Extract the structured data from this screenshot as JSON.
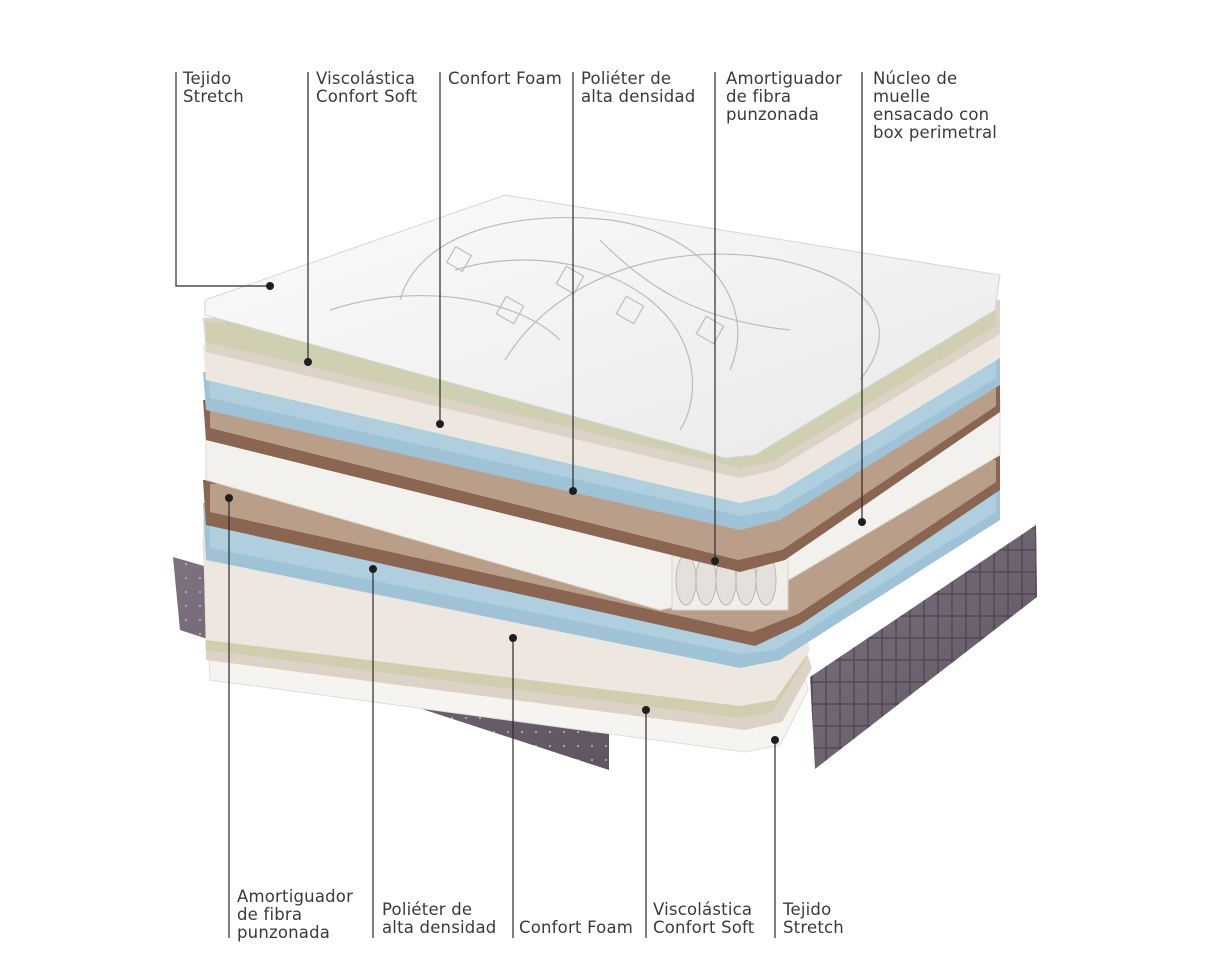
{
  "top_labels": [
    {
      "text": "Tejido\nStretch"
    },
    {
      "text": "Viscolástica\nConfort Soft"
    },
    {
      "text": "Confort Foam"
    },
    {
      "text": "Poliéter de\nalta densidad"
    },
    {
      "text": "Amortiguador\nde fibra\npunzonada"
    },
    {
      "text": "Núcleo de\nmuelle\nensacado con\nbox perimetral"
    }
  ],
  "bottom_labels": [
    {
      "text": "Amortiguador\nde fibra\npunzonada"
    },
    {
      "text": "Poliéter de\nalta densidad"
    },
    {
      "text": "Confort Foam"
    },
    {
      "text": "Viscolástica\nConfort Soft"
    },
    {
      "text": "Tejido\nStretch"
    }
  ],
  "colors": {
    "line": "#2a2a2a",
    "stretch_fabric": "#f4f4f4",
    "visco_beige": "#dcd3c6",
    "visco_accent": "#c9cca2",
    "cream": "#ede7e0",
    "blue_foam": "#9fc2d6",
    "brown_fiber": "#8a6552",
    "tan_fiber": "#b99f8a",
    "side_panel": "#6f6470"
  }
}
